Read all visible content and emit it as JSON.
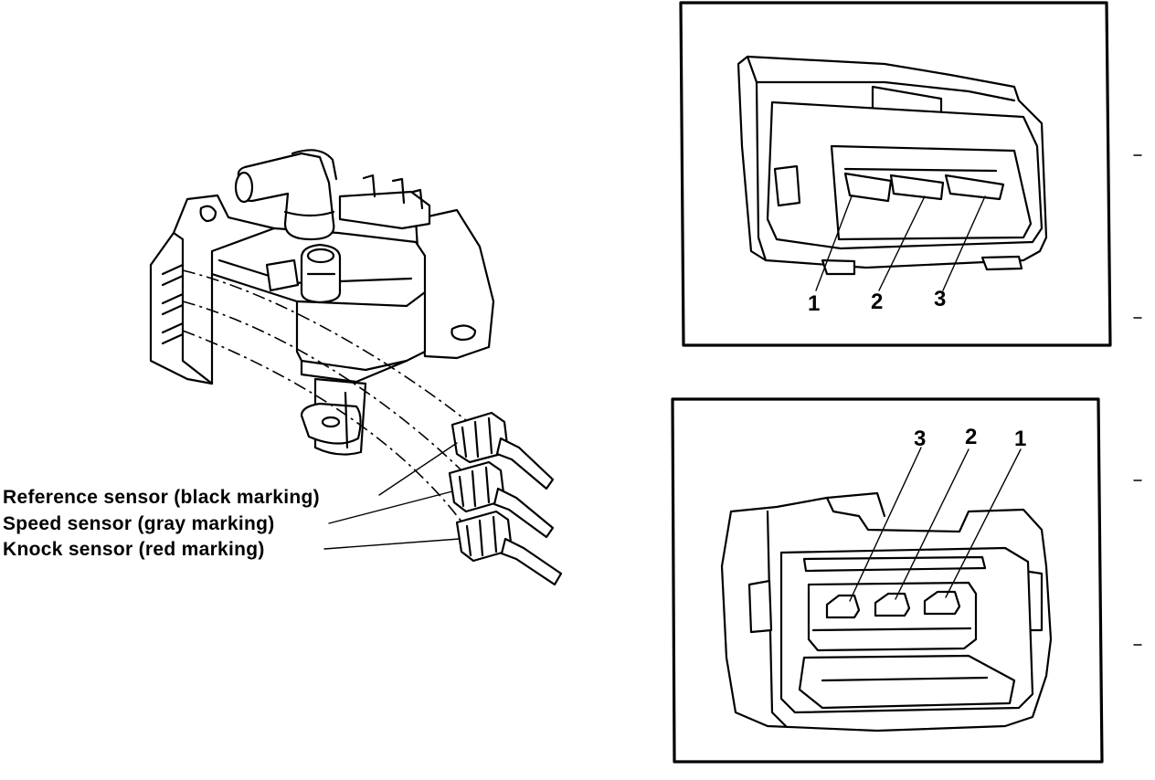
{
  "sensor_labels": {
    "reference": "Reference sensor (black marking)",
    "speed": "Speed sensor (gray marking)",
    "knock": "Knock sensor (red marking)"
  },
  "top_connector_pins": [
    "1",
    "2",
    "3"
  ],
  "bottom_connector_pins": [
    "3",
    "2",
    "1"
  ]
}
